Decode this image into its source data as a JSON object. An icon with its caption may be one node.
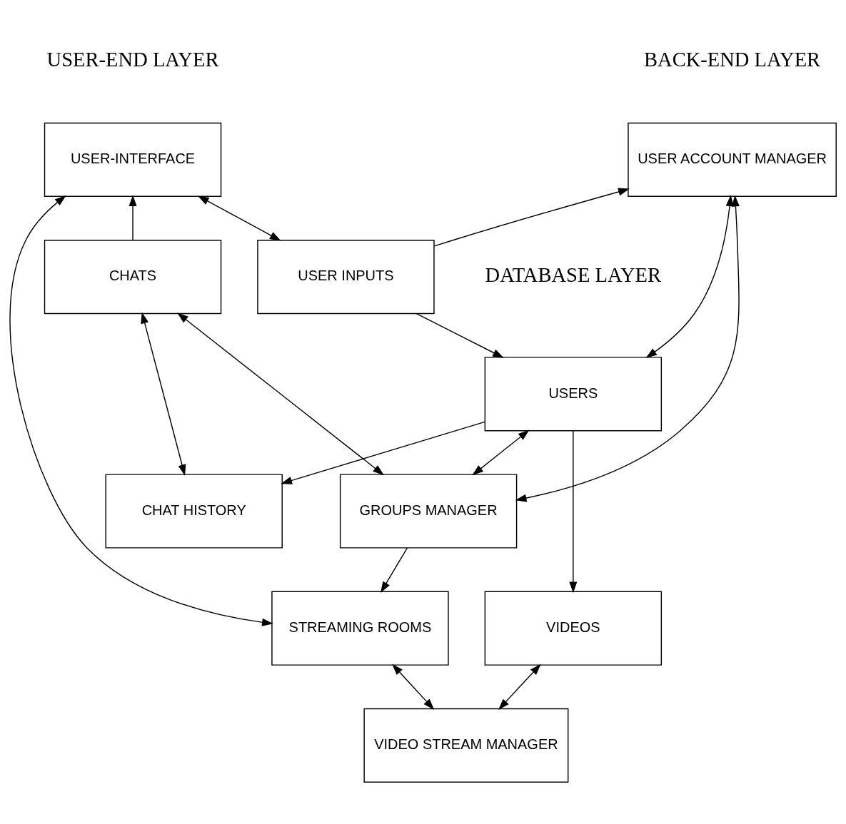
{
  "diagram": {
    "nodes": [
      {
        "text": [
          "USER-INTERFACE"
        ]
      },
      {
        "text": [
          "USER INPUTS"
        ]
      },
      {
        "text": [
          "USER ACCOUNT MANAGER"
        ]
      },
      {
        "text": [
          "CHATS"
        ]
      },
      {
        "text": [
          "STREAMING ROOMS"
        ]
      },
      {
        "text": [
          "VIDEO STREAM MANAGER"
        ]
      },
      {
        "text": [
          "GROUPS MANAGER"
        ]
      },
      {
        "text": [
          "USERS"
        ]
      },
      {
        "text": [
          "VIDEOS"
        ]
      },
      {
        "text": [
          "CHAT HISTORY"
        ]
      }
    ],
    "edges": [
      {
        "from": 0,
        "to": 1,
        "arrow": "both"
      },
      {
        "from": 3,
        "to": 0,
        "arrow": "to"
      },
      {
        "from": 2,
        "to": 7,
        "arrow": "both"
      },
      {
        "from": 0,
        "to": 4,
        "arrow": "both"
      },
      {
        "from": 1,
        "to": 2,
        "arrow": "to"
      },
      {
        "from": 1,
        "to": 7,
        "arrow": "to"
      },
      {
        "from": 3,
        "to": 9,
        "arrow": "both"
      },
      {
        "from": 7,
        "to": 8,
        "arrow": "to"
      },
      {
        "from": 6,
        "to": 4,
        "arrow": "to"
      },
      {
        "from": 7,
        "to": 6,
        "arrow": "both"
      },
      {
        "from": 8,
        "to": 5,
        "arrow": "both"
      },
      {
        "from": 7,
        "to": 9,
        "arrow": "to"
      },
      {
        "from": 2,
        "to": 6,
        "arrow": "both"
      },
      {
        "from": 3,
        "to": 6,
        "arrow": "both"
      },
      {
        "from": 4,
        "to": 5,
        "arrow": "both"
      }
    ],
    "labels": [
      "USER-END LAYER",
      "BACK-END LAYER",
      "DATABASE LAYER"
    ]
  }
}
